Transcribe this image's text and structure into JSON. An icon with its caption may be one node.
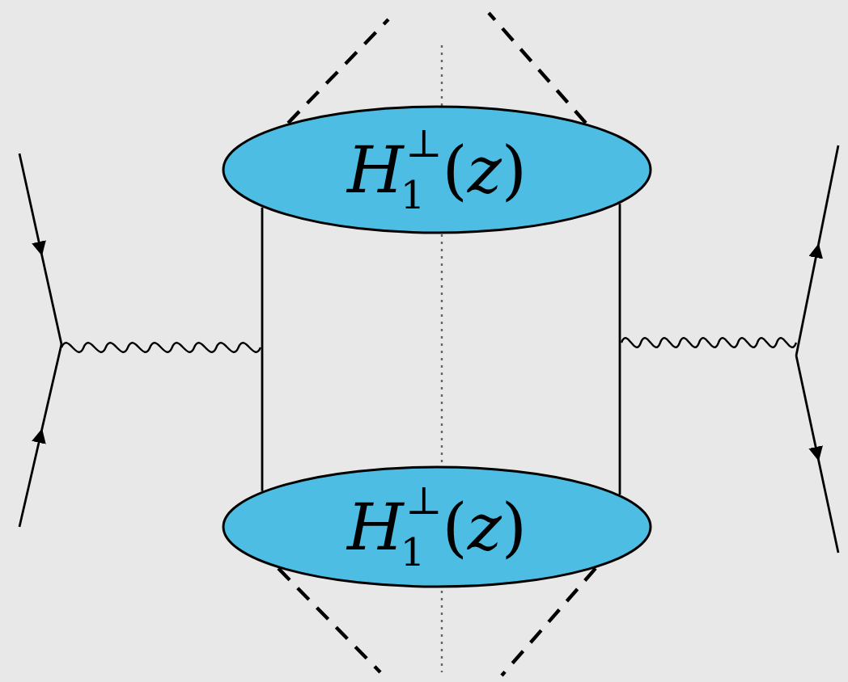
{
  "diagram": {
    "nodes": [
      {
        "text": [
          "*H*$_{1}$$^{⊥}$(*z*)"
        ]
      },
      {
        "text": [
          "*H*$_{1}$$^{⊥}$(*z*)"
        ]
      }
    ],
    "edges": [
      {
        "from": 0,
        "to": 1,
        "arrow": "none"
      },
      {
        "from": 0,
        "to": 1,
        "arrow": "none"
      },
      {
        "from": 0,
        "to": null,
        "arrow": "none",
        "style": "dashed"
      },
      {
        "from": 0,
        "to": null,
        "arrow": "none",
        "style": "dashed"
      },
      {
        "from": 1,
        "to": null,
        "arrow": "none",
        "style": "dashed"
      },
      {
        "from": 1,
        "to": null,
        "arrow": "none",
        "style": "dashed"
      }
    ]
  }
}
